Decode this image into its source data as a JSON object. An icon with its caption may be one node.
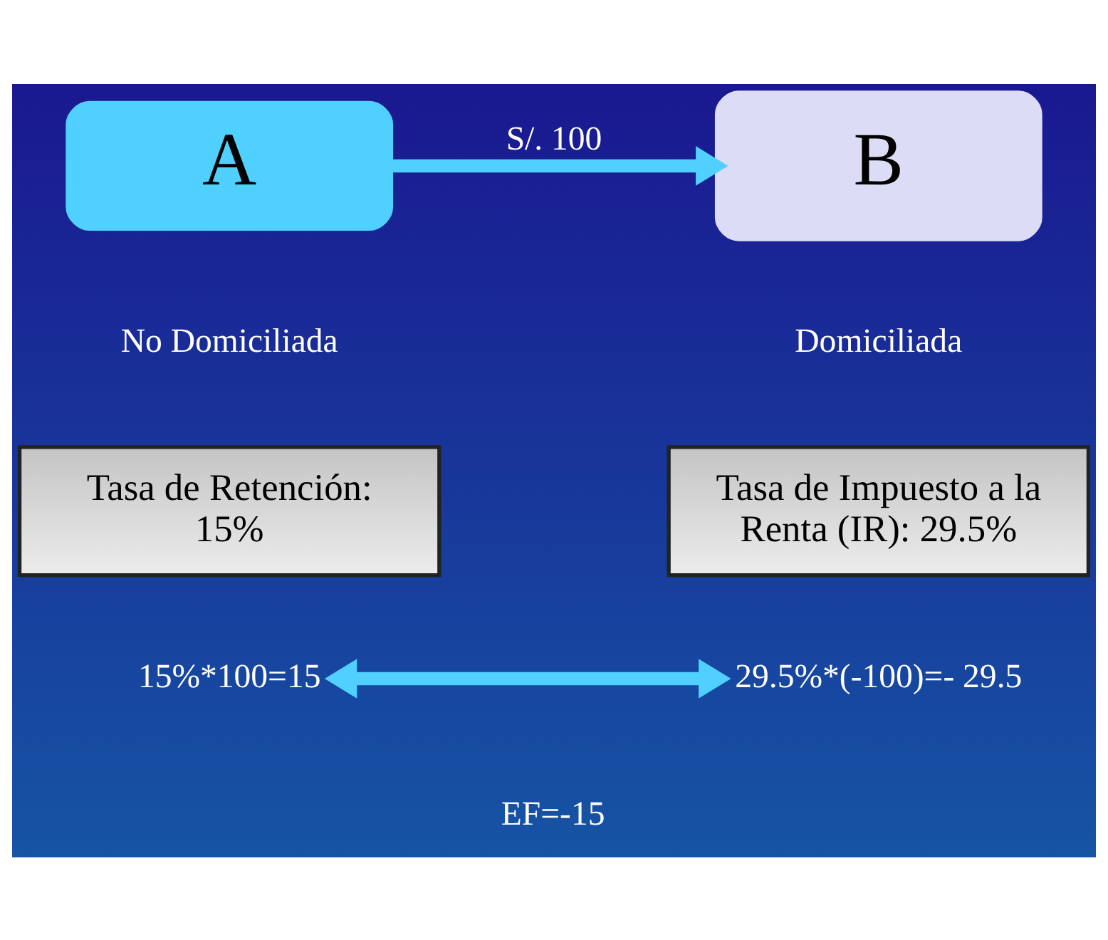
{
  "diagram": {
    "nodes": [
      {
        "text": [
          "A"
        ],
        "beside": [
          "No Domiciliada"
        ]
      },
      {
        "text": [
          "B"
        ],
        "beside": [
          "Domiciliada"
        ]
      },
      {
        "text": [
          "Tasa de Retención: 15%"
        ]
      },
      {
        "text": [
          "Tasa de Impuesto a la Renta (IR): 29.5%"
        ]
      },
      {
        "text": [
          "15%*100=15"
        ]
      },
      {
        "text": [
          "29.5%*(-100)=- 29.5"
        ]
      }
    ],
    "edges": [
      {
        "from": 0,
        "to": 1,
        "arrow": "to",
        "label": "S/. 100"
      },
      {
        "from": 4,
        "to": 5,
        "arrow": "both"
      }
    ],
    "labels": [
      "EF=-15"
    ]
  }
}
